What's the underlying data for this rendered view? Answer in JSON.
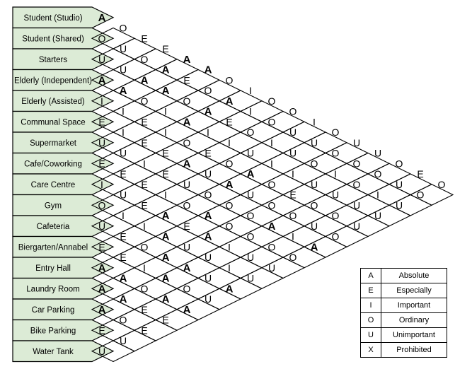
{
  "rows": [
    "Student (Studio)",
    "Student (Shared)",
    "Starters",
    "Elderly (Independent)",
    "Elderly (Assisted)",
    "Communal Space",
    "Supermarket",
    "Cafe/Coworking",
    "Care Centre",
    "Gym",
    "Cafeteria",
    "Biergarten/Annabel",
    "Entry Hall",
    "Laundry Room",
    "Car Parking",
    "Bike Parking",
    "Water Tank"
  ],
  "matrix": [
    "A",
    "OO",
    "UUE",
    "AUOE",
    "IAAAA",
    "EIOAEA",
    "UIEIOOO",
    "EUEIAAAI",
    "IEIEOIEIO",
    "OUEEAEIOOO",
    "UIEIUUOUIUI",
    "EEIAOOAAIUUO",
    "AEOAEAOUOIOOU",
    "AAIAUAOOOEUIOU",
    "AAOAAUIOAOOUOOO",
    "EOEAOUIUOIUOUIUE",
    "UUEEAUAUUOAOUUUOO"
  ],
  "legend": [
    {
      "code": "A",
      "meaning": "Absolute"
    },
    {
      "code": "E",
      "meaning": "Especially"
    },
    {
      "code": "I",
      "meaning": "Important"
    },
    {
      "code": "O",
      "meaning": "Ordinary"
    },
    {
      "code": "U",
      "meaning": "Unimportant"
    },
    {
      "code": "X",
      "meaning": "Prohibited"
    }
  ],
  "colors": {
    "label_fill": "#dcebd6",
    "line": "#000000"
  }
}
